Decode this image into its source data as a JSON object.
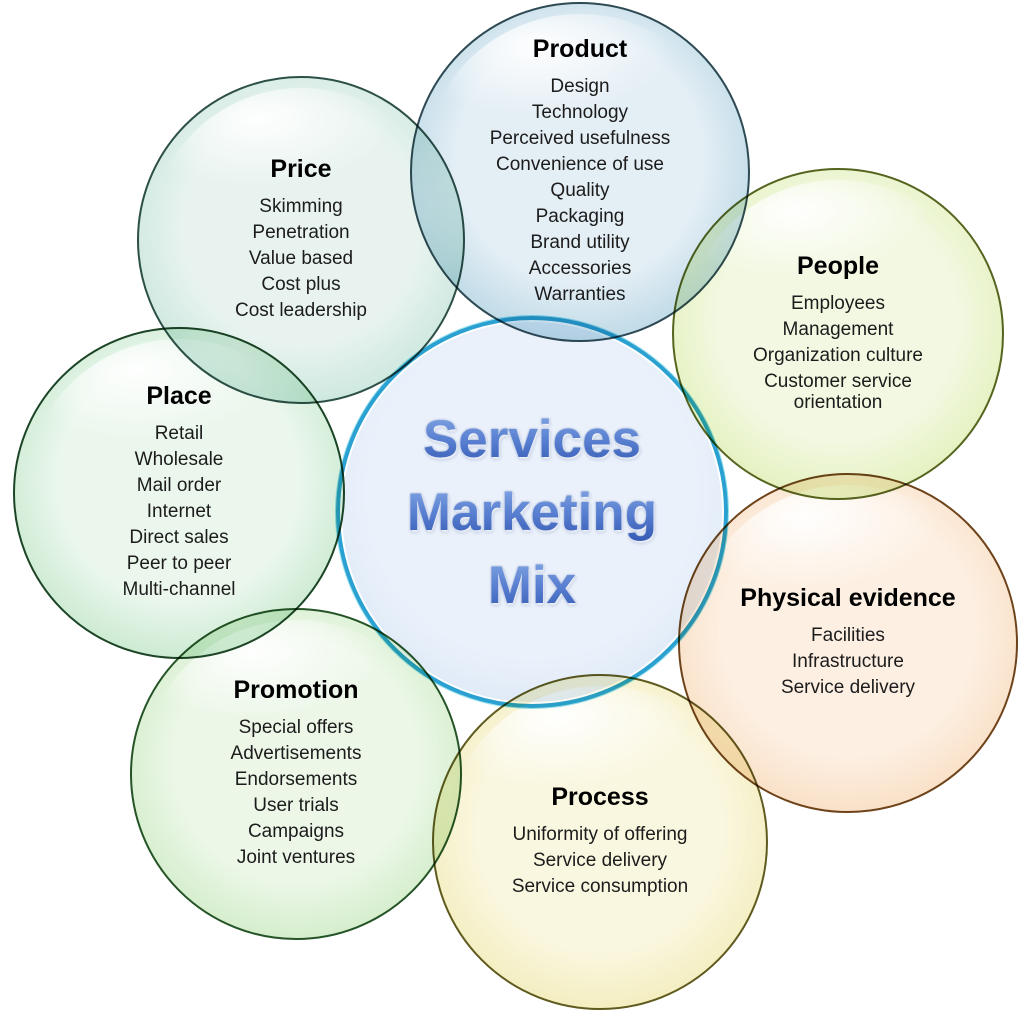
{
  "page_bg": "#ffffff",
  "center": {
    "lines": [
      "Services",
      "Marketing",
      "Mix"
    ],
    "colors": {
      "ring": "#2aa1d0",
      "fill": "#eaf1fb",
      "text_top": "#93b4e9",
      "text_bottom": "#2b51ae"
    }
  },
  "bubbles": [
    {
      "id": "product",
      "title": "Product",
      "items": [
        "Design",
        "Technology",
        "Perceived usefulness",
        "Convenience of use",
        "Quality",
        "Packaging",
        "Brand utility",
        "Accessories",
        "Warranties"
      ],
      "colors": {
        "fill": "#e4eef5",
        "mid": "#bcd9e6",
        "rim": "#5e98b4",
        "edge": "#2e4a54"
      }
    },
    {
      "id": "price",
      "title": "Price",
      "items": [
        "Skimming",
        "Penetration",
        "Value based",
        "Cost plus",
        "Cost leadership"
      ],
      "colors": {
        "fill": "#e8f3ef",
        "mid": "#cbe7de",
        "rim": "#4f9e8c",
        "edge": "#2c4f47"
      }
    },
    {
      "id": "people",
      "title": "People",
      "items": [
        "Employees",
        "Management",
        "Organization culture",
        "Customer service orientation"
      ],
      "colors": {
        "fill": "#f2f8e1",
        "mid": "#e4f1bd",
        "rim": "#9fbe45",
        "edge": "#55651f"
      }
    },
    {
      "id": "place",
      "title": "Place",
      "items": [
        "Retail",
        "Wholesale",
        "Mail order",
        "Internet",
        "Direct sales",
        "Peer to peer",
        "Multi-channel"
      ],
      "colors": {
        "fill": "#ebf7ed",
        "mid": "#c9e9d0",
        "rim": "#4caa62",
        "edge": "#1c4526"
      }
    },
    {
      "id": "physical-evidence",
      "title": "Physical evidence",
      "items": [
        "Facilities",
        "Infrastructure",
        "Service delivery"
      ],
      "colors": {
        "fill": "#fdf0e3",
        "mid": "#f9dfc5",
        "rim": "#dd9550",
        "edge": "#6e431a"
      }
    },
    {
      "id": "promotion",
      "title": "Promotion",
      "items": [
        "Special offers",
        "Advertisements",
        "Endorsements",
        "User trials",
        "Campaigns",
        "Joint ventures"
      ],
      "colors": {
        "fill": "#ecf7e8",
        "mid": "#d3edca",
        "rim": "#5cb45e",
        "edge": "#255426"
      }
    },
    {
      "id": "process",
      "title": "Process",
      "items": [
        "Uniformity of offering",
        "Service delivery",
        "Service consumption"
      ],
      "colors": {
        "fill": "#faf7e0",
        "mid": "#f3edbd",
        "rim": "#d8ca4e",
        "edge": "#5f5a1e"
      }
    }
  ]
}
